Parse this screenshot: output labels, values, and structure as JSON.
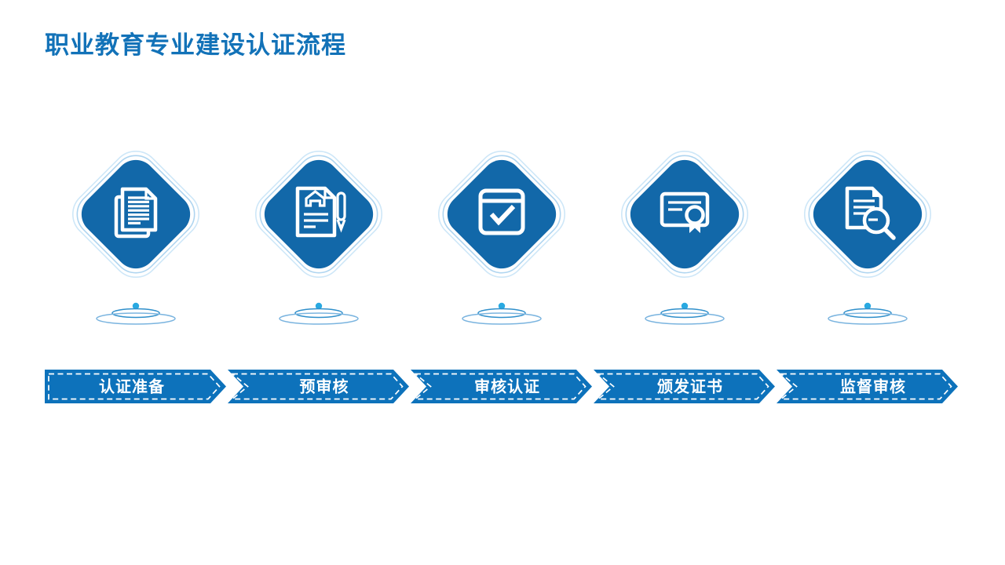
{
  "slide": {
    "title": "职业教育专业建设认证流程",
    "background": "#FFFFFF"
  },
  "colors": {
    "title_blue": "#1272B8",
    "diamond_blue": "#1268A9",
    "banner_blue": "#0D72BB",
    "ring_inner": "#AFD5F0",
    "ring_outer": "#CEE7F8",
    "stem_dot": "#29A9E1",
    "ripple_inner": "#2F8FCB",
    "ripple_outer": "#7AB4DF"
  },
  "stages": [
    {
      "label": "认证准备",
      "icon": "documents-icon"
    },
    {
      "label": "预审核",
      "icon": "contract-signing-icon"
    },
    {
      "label": "审核认证",
      "icon": "calendar-check-icon"
    },
    {
      "label": "颁发证书",
      "icon": "certificate-icon"
    },
    {
      "label": "监督审核",
      "icon": "document-search-icon"
    }
  ]
}
